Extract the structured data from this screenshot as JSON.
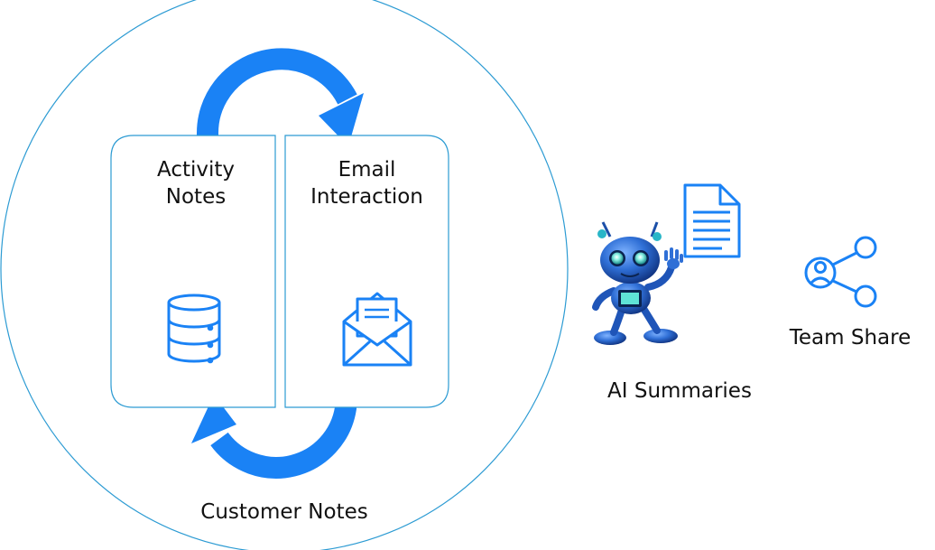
{
  "cycle": {
    "left_panel": {
      "line1": "Activity",
      "line2": "Notes",
      "icon": "database-icon"
    },
    "right_panel": {
      "line1": "Email",
      "line2": "Interaction",
      "icon": "envelope-open-icon"
    },
    "caption": "Customer Notes"
  },
  "ai": {
    "label": "AI Summaries",
    "icons": [
      "robot-icon",
      "document-icon"
    ]
  },
  "share": {
    "label": "Team Share",
    "icon": "share-user-icon"
  },
  "colors": {
    "accent": "#1a82f5",
    "outline": "#2c9bd3",
    "text": "#111111"
  }
}
